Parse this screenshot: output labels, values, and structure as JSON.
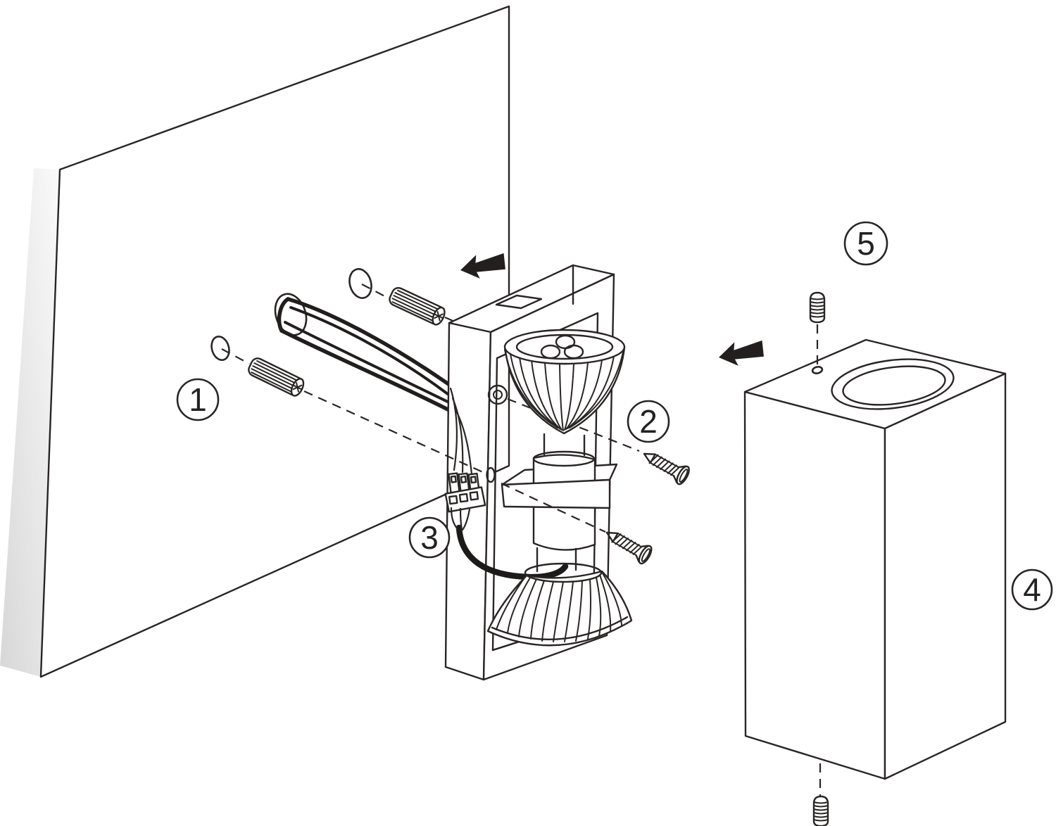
{
  "diagram": {
    "background": "#ffffff",
    "line_color": "#2a2525",
    "arrow_color": "#231f1f",
    "steps": [
      {
        "label": "1"
      },
      {
        "label": "2"
      },
      {
        "label": "3"
      },
      {
        "label": "4"
      },
      {
        "label": "5"
      }
    ]
  }
}
